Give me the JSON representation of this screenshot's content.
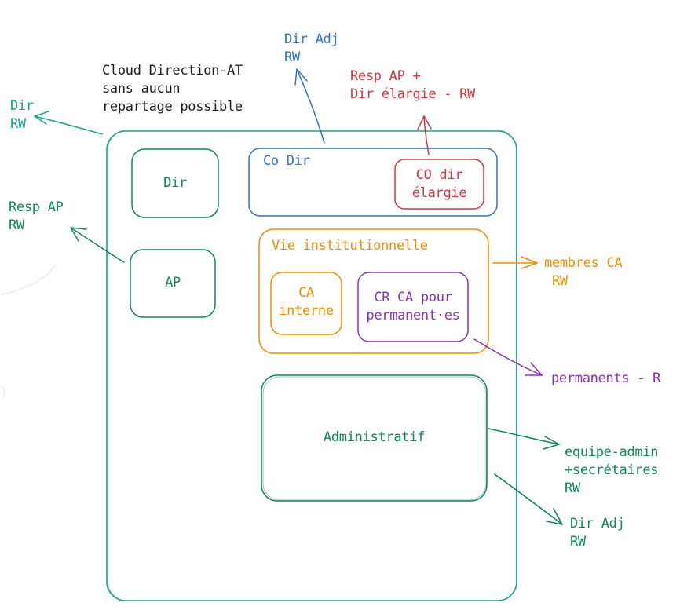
{
  "colors": {
    "teal": "#1aa38f",
    "green": "#10865a",
    "blue": "#2f73c4",
    "red": "#d8353a",
    "orange": "#f08c00",
    "purple": "#8b2fb8",
    "text": "#1e1e1e"
  },
  "cloud": {
    "note": [
      "Cloud Direction-AT",
      "sans aucun",
      "repartage possible"
    ]
  },
  "boxes": {
    "dir": "Dir",
    "ap": "AP",
    "codir": "Co Dir",
    "codir_elargie": [
      "CO dir",
      "élargie"
    ],
    "vie": "Vie institutionnelle",
    "ca_interne": [
      "CA",
      "interne"
    ],
    "cr_ca": [
      "CR CA pour",
      "permanent·es"
    ],
    "admin": "Administratif"
  },
  "access": {
    "dir_rw": [
      "Dir",
      "RW"
    ],
    "resp_ap": [
      "Resp AP",
      "RW"
    ],
    "dir_adj_top": [
      "Dir Adj",
      "RW"
    ],
    "resp_ap_dir_elargie": [
      "Resp AP +",
      "Dir élargie - RW"
    ],
    "membres_ca": [
      "membres CA",
      "RW"
    ],
    "permanents": "permanents - R",
    "equipe_admin": [
      "equipe-admin",
      "+secrétaires",
      "RW"
    ],
    "dir_adj_bottom": [
      "Dir Adj",
      "RW"
    ]
  }
}
